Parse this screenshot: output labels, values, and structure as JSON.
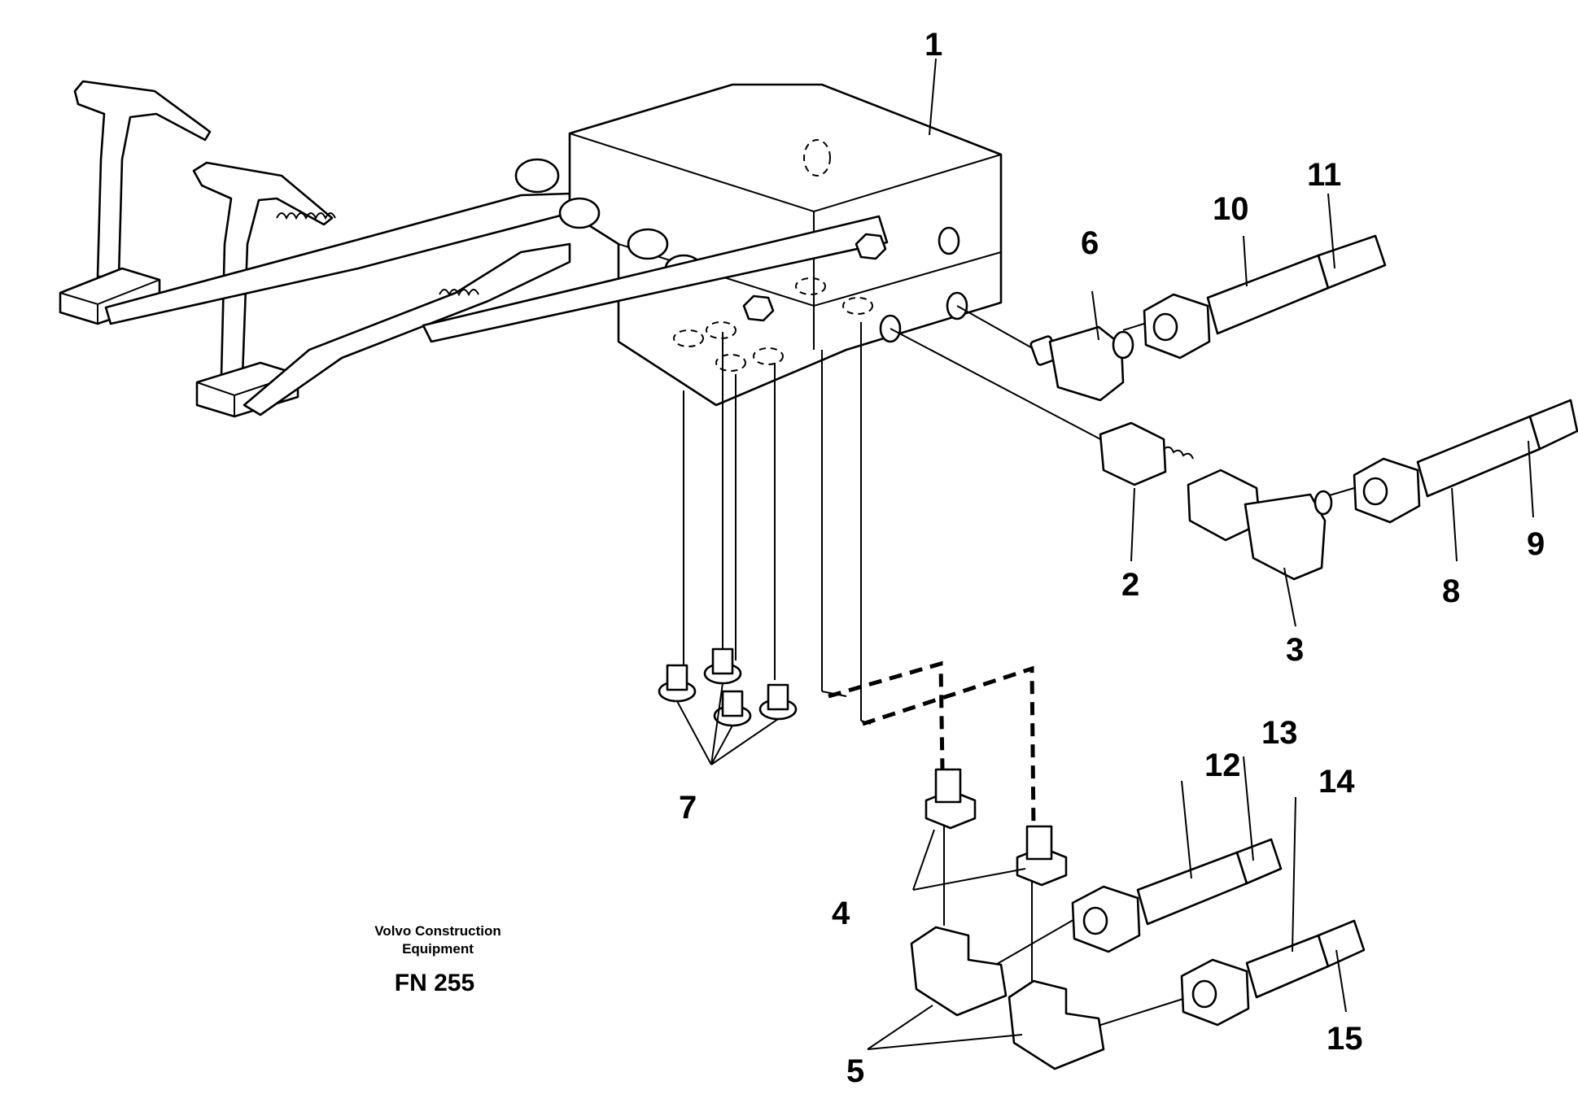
{
  "callouts": [
    "1",
    "2",
    "3",
    "4",
    "5",
    "6",
    "7",
    "8",
    "9",
    "10",
    "11",
    "12",
    "13",
    "14",
    "15"
  ],
  "caption": {
    "line1": "Volvo Construction",
    "line2": "Equipment",
    "code": "FN 255"
  }
}
